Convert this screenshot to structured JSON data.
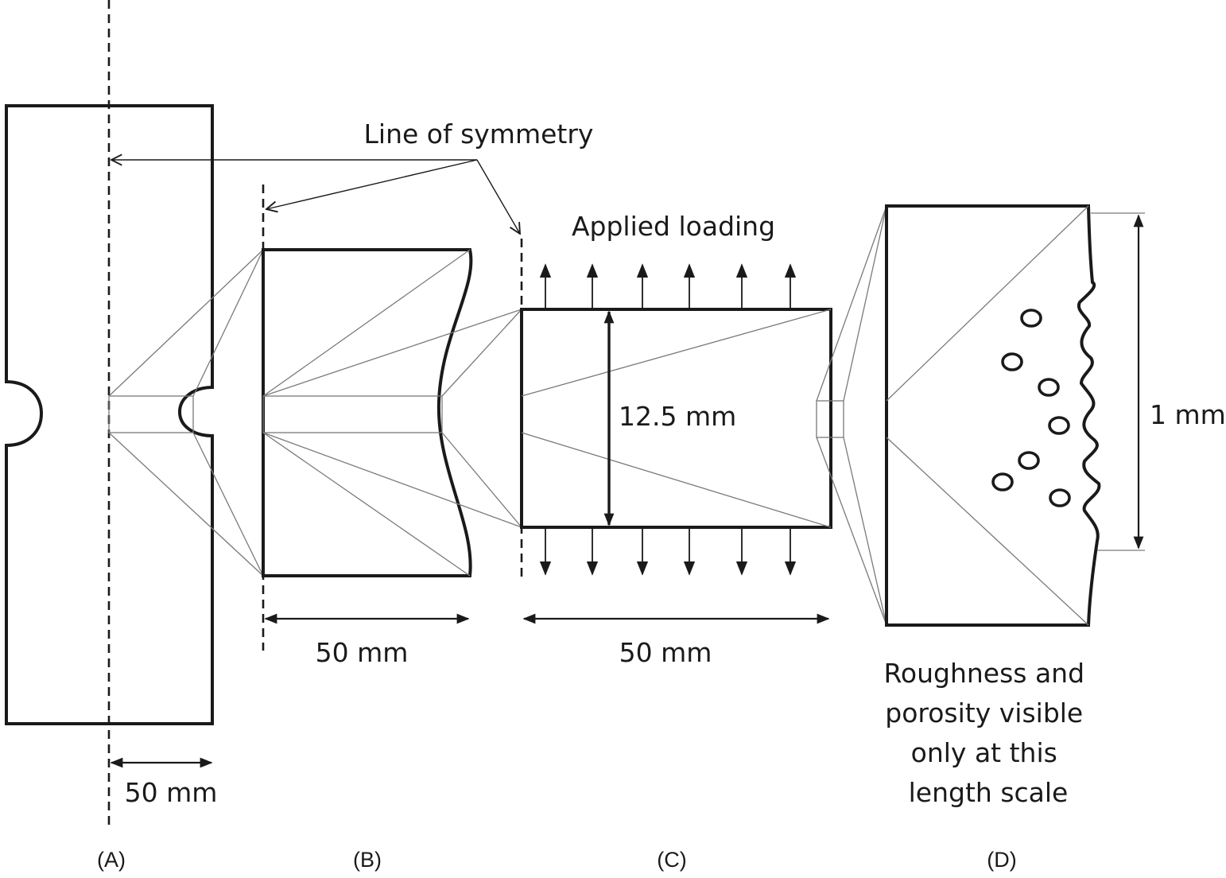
{
  "labels": {
    "symmetry": "Line of symmetry",
    "applied_loading": "Applied loading",
    "dim_a_width": "50 mm",
    "dim_b_width": "50 mm",
    "dim_c_width": "50 mm",
    "dim_c_height": "12.5 mm",
    "dim_d_height": "1 mm",
    "note_d": [
      "Roughness and",
      "porosity visible",
      "only at this",
      "length scale"
    ]
  },
  "panels": {
    "a": "(A)",
    "b": "(B)",
    "c": "(C)",
    "d": "(D)"
  }
}
